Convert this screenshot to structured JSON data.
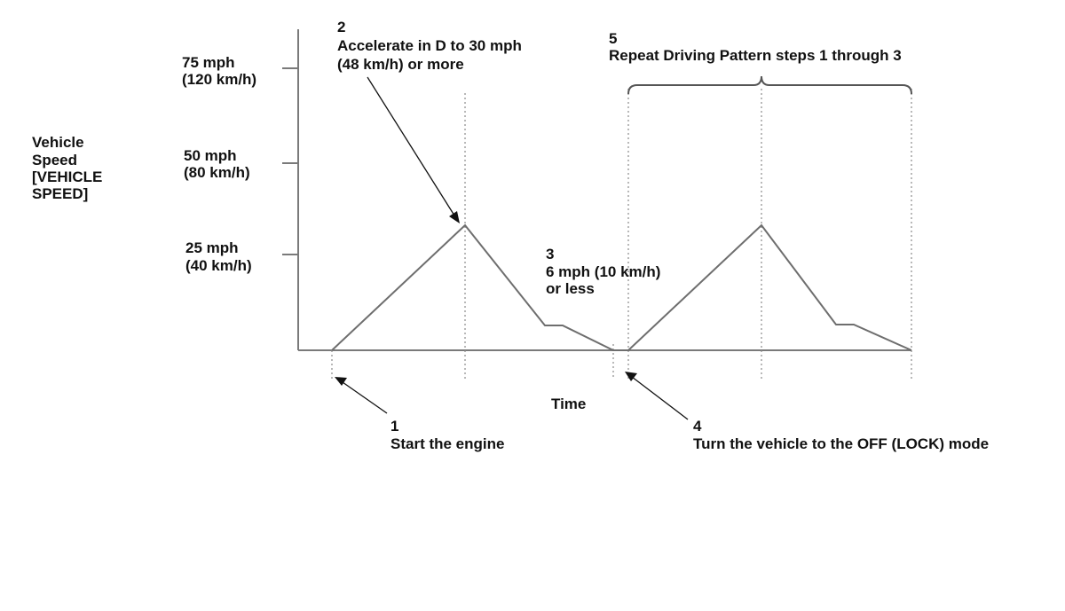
{
  "y_axis_label": [
    "Vehicle",
    "Speed",
    "[VEHICLE",
    "SPEED]"
  ],
  "x_axis_label": "Time",
  "y_ticks": [
    {
      "mph": 75,
      "lines": [
        "75 mph",
        "(120 km/h)"
      ]
    },
    {
      "mph": 50,
      "lines": [
        "50 mph",
        "(80 km/h)"
      ]
    },
    {
      "mph": 25,
      "lines": [
        "25 mph",
        "(40 km/h)"
      ]
    }
  ],
  "steps": [
    {
      "number": "1",
      "lines": [
        "Start the engine"
      ]
    },
    {
      "number": "2",
      "lines": [
        "Accelerate in D to 30 mph",
        "(48 km/h) or more"
      ]
    },
    {
      "number": "3",
      "lines": [
        "6 mph (10 km/h)",
        "or less"
      ]
    },
    {
      "number": "4",
      "lines": [
        "Turn the vehicle to the OFF (LOCK) mode"
      ]
    },
    {
      "number": "5",
      "lines": [
        "Repeat Driving Pattern steps 1 through 3"
      ]
    }
  ],
  "speed_profile_mph": [
    0,
    33,
    6.5,
    0,
    0,
    33,
    6.5,
    0
  ],
  "colors": {
    "text": "#111111",
    "axis": "#7a7a7a",
    "line": "#6e6e6e"
  }
}
